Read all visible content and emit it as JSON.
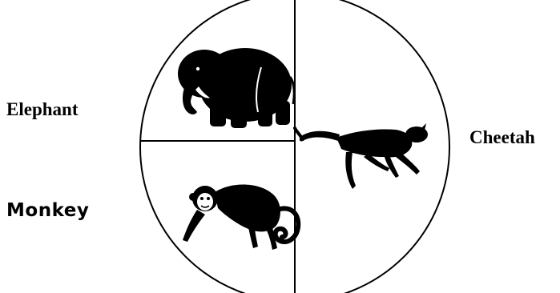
{
  "labels": {
    "elephant": "Elephant",
    "cheetah": "Cheetah",
    "monkey": "Monkey"
  },
  "colors": {
    "ink": "#000000",
    "background": "#ffffff"
  },
  "icons": {
    "elephant": "elephant-silhouette",
    "cheetah": "cheetah-silhouette",
    "monkey": "monkey-silhouette"
  }
}
